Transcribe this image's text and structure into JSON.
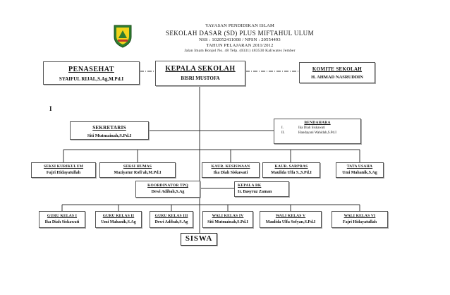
{
  "header": {
    "line1": "YAYASAN PENDIDIKAN ISLAM",
    "line2": "SEKOLAH DASAR (SD) PLUS MIFTAHUL ULUM",
    "line3": "NSS : 102052411008 / NPSN : 20554493",
    "line4": "TAHUN PELAJARAN 2011/2012",
    "line5": "Jalan Imam Bonjol No. 48 Telp. (0331) 483530 Kaliwates Jember"
  },
  "stray_mark": "I",
  "nodes": {
    "penasehat": {
      "title": "PENASEHAT",
      "name": "SYAIFUL RIJAL,S.Ag,M.Pd.I"
    },
    "kepala": {
      "title": "KEPALA SEKOLAH",
      "name": "BISRI MUSTOFA"
    },
    "komite": {
      "title": "KOMITE SEKOLAH",
      "name": "H. AHMAD NASRUDDIN"
    },
    "sekretaris": {
      "title": "SEKRETARIS",
      "name": "Siti Mutmainah,S.Pd.I"
    },
    "bendahara": {
      "title": "BENDAHARA",
      "rows": [
        {
          "num": "I.",
          "name": "Ika Diah Siskawati"
        },
        {
          "num": "II.",
          "name": "Handayani Wahidah,S.Pd.I"
        }
      ]
    },
    "seksi_kurikulum": {
      "title": "SEKSI KURIKULUM",
      "name": "Fajri Hidayatullah"
    },
    "seksi_humas": {
      "title": "SEKSI HUMAS",
      "name": "Maziyatur Rofi'ah,M.Pd.I"
    },
    "kaur_keswaan": {
      "title": "KAUR. KESISWAAN",
      "name": "Ika Diah Siskawati"
    },
    "kaur_sarpras": {
      "title": "KAUR. SARPRAS",
      "name": "Maulida Ulfa S.,S.Pd.I"
    },
    "tata_usaha": {
      "title": "TATA USAHA",
      "name": "Umi Mahanik,S.Ag"
    },
    "koordinator_tpq": {
      "title": "KOORDINATOR TPQ",
      "name": "Dewi Adibah,S.Ag"
    },
    "kepala_bk": {
      "title": "KEPALA BK",
      "name": "Ir. Basyruz Zaman"
    },
    "guru_1": {
      "title": "GURU KELAS I",
      "name": "Ika Diah Siskawati"
    },
    "guru_2": {
      "title": "GURU KELAS II",
      "name": "Umi Mahanik,S.Ag"
    },
    "guru_3": {
      "title": "GURU KELAS III",
      "name": "Dewi Adibah,S.Ag"
    },
    "wali_4": {
      "title": "WALI KELAS IV",
      "name": "Siti Mutmainah,S.Pd.I"
    },
    "wali_5": {
      "title": "WALI KELAS V",
      "name": "Maulida Ulfa Sofyan,S.Pd.I"
    },
    "wali_6": {
      "title": "WALI KELAS VI",
      "name": "Fajri Hidayatullah"
    },
    "siswa": {
      "title": "SISWA"
    }
  },
  "colors": {
    "line": "#333333",
    "logo_green": "#2f7d2f",
    "logo_yellow": "#f2d41a"
  }
}
